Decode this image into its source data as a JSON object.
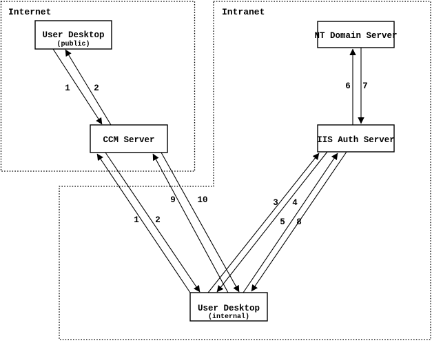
{
  "colors": {
    "background": "#ffffff",
    "foreground": "#000000"
  },
  "zones": {
    "internet": {
      "label": "Internet"
    },
    "intranet": {
      "label": "Intranet"
    }
  },
  "nodes": {
    "user_desktop_public": {
      "title": "User Desktop",
      "subtitle": "(public)",
      "zone": "Internet"
    },
    "ccm_server": {
      "title": "CCM Server",
      "zone": "Internet"
    },
    "nt_domain_server": {
      "title": "NT Domain Server",
      "zone": "Intranet"
    },
    "iis_auth_server": {
      "title": "IIS Auth Server",
      "zone": "Intranet"
    },
    "user_desktop_internal": {
      "title": "User Desktop",
      "subtitle": "(internal)",
      "zone": "Intranet"
    }
  },
  "flow_labels": [
    {
      "label": "1",
      "from": "User Desktop (public)",
      "to": "CCM Server"
    },
    {
      "label": "2",
      "from": "CCM Server",
      "to": "User Desktop (public)"
    },
    {
      "label": "1",
      "from": "User Desktop (internal)",
      "to": "CCM Server"
    },
    {
      "label": "2",
      "from": "CCM Server",
      "to": "User Desktop (internal)"
    },
    {
      "label": "9",
      "from": "User Desktop (internal)",
      "to": "CCM Server"
    },
    {
      "label": "10",
      "from": "CCM Server",
      "to": "User Desktop (internal)"
    },
    {
      "label": "3",
      "from": "User Desktop (internal)",
      "to": "IIS Auth Server"
    },
    {
      "label": "4",
      "from": "IIS Auth Server",
      "to": "User Desktop (internal)"
    },
    {
      "label": "5",
      "from": "User Desktop (internal)",
      "to": "IIS Auth Server"
    },
    {
      "label": "8",
      "from": "IIS Auth Server",
      "to": "User Desktop (internal)"
    },
    {
      "label": "6",
      "from": "IIS Auth Server",
      "to": "NT Domain Server"
    },
    {
      "label": "7",
      "from": "NT Domain Server",
      "to": "IIS Auth Server"
    }
  ]
}
